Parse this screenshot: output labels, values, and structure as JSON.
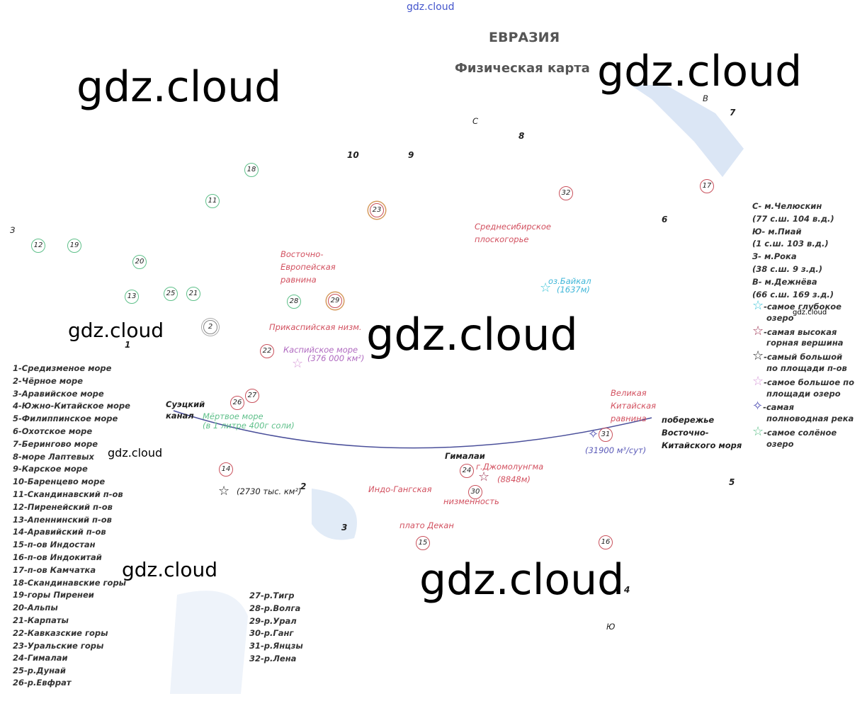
{
  "header": {
    "top_link": "gdz.cloud",
    "title": "ЕВРАЗИЯ",
    "subtitle": "Физическая карта"
  },
  "watermark": "gdz.cloud",
  "points": {
    "C": "С",
    "B": "В",
    "Yu": "Ю",
    "Z": "З"
  },
  "seas": [
    "1",
    "2",
    "3",
    "4",
    "5",
    "6",
    "7",
    "8",
    "9",
    "10"
  ],
  "labels": {
    "east_euro": [
      "Восточно-",
      "Европейская",
      "равнина"
    ],
    "caspian_low": "Прикаспийская низм.",
    "caspian": "Каспийское море",
    "caspian_area": "(376 000 км²)",
    "central_sib": [
      "Среднесибирское",
      "плоскогорье"
    ],
    "baikal": "оз.Байкал",
    "baikal_depth": "(1637м)",
    "suez": [
      "Суэцкий",
      "канал"
    ],
    "dead_sea": "Мёртвое море",
    "dead_sea_salt": "(в 1 литре 400г соли)",
    "arabia_area": "(2730 тыс. км²)",
    "himalaya": "Гималаи",
    "everest": "г.Джомолунгма",
    "everest_h": "(8848м)",
    "indo": "Индо-Гангская",
    "lowland": "низменность",
    "deccan": "плато Декан",
    "china_plain": [
      "Великая",
      "Китайская",
      "равнина"
    ],
    "coast": [
      "побережье",
      "Восточно-",
      "Китайского моря"
    ],
    "yangtze_flow": "(31900 м³/сут)"
  },
  "legend_left": [
    "1-Средизменое море",
    "2-Чёрное море",
    "3-Аравийское море",
    "4-Южно-Китайское море",
    "5-Филиппинское море",
    "6-Охотское море",
    "7-Берингово море",
    "8-море Лаптевых",
    "9-Карское море",
    "10-Баренцево море",
    "11-Скандинавский п-ов",
    "12-Пиренейский п-ов",
    "13-Апеннинский п-ов",
    "14-Аравийский п-ов",
    "15-п-ов Индостан",
    "16-п-ов Индокитай",
    "17-п-ов Камчатка",
    "18-Скандинавские горы",
    "19-горы Пиренеи",
    "20-Альпы",
    "21-Карпаты",
    "22-Кавказские горы",
    "23-Уральские горы",
    "24-Гималаи",
    "25-р.Дунай",
    "26-р.Евфрат"
  ],
  "legend_mid": [
    "27-р.Тигр",
    "28-р.Волга",
    "29-р.Урал",
    "30-р.Ганг",
    "31-р.Янцзы",
    "32-р.Лена"
  ],
  "legend_points": [
    "С- м.Челюскин",
    "(77 с.ш. 104 в.д.)",
    "Ю- м.Пиай",
    "(1 с.ш. 103 в.д.)",
    "З- м.Рока",
    "(38 с.ш. 9 з.д.)",
    "В- м.Дежнёва",
    "(66 с.ш. 169 з.д.)"
  ],
  "legend_stars": [
    {
      "text": [
        "-самое глубокое",
        "озеро"
      ],
      "color": "#3fc6d8"
    },
    {
      "text": [
        "-самая высокая",
        "горная вершина"
      ],
      "color": "#9c3050"
    },
    {
      "text": [
        "-самый большой",
        "по площади п-ов"
      ],
      "color": "#222222"
    },
    {
      "text": [
        "-самое большое по",
        "площади озеро"
      ],
      "color": "#d79ad8"
    },
    {
      "text": [
        "-самая",
        "полноводная река"
      ],
      "color": "#5a5ab8"
    },
    {
      "text": [
        "-самое солёное",
        "озеро"
      ],
      "color": "#5fc08a"
    }
  ],
  "numbers": [
    "18",
    "11",
    "12",
    "19",
    "20",
    "13",
    "25",
    "21",
    "2",
    "28",
    "29",
    "23",
    "32",
    "17",
    "22",
    "26",
    "27",
    "14",
    "24",
    "30",
    "31",
    "15",
    "16"
  ]
}
